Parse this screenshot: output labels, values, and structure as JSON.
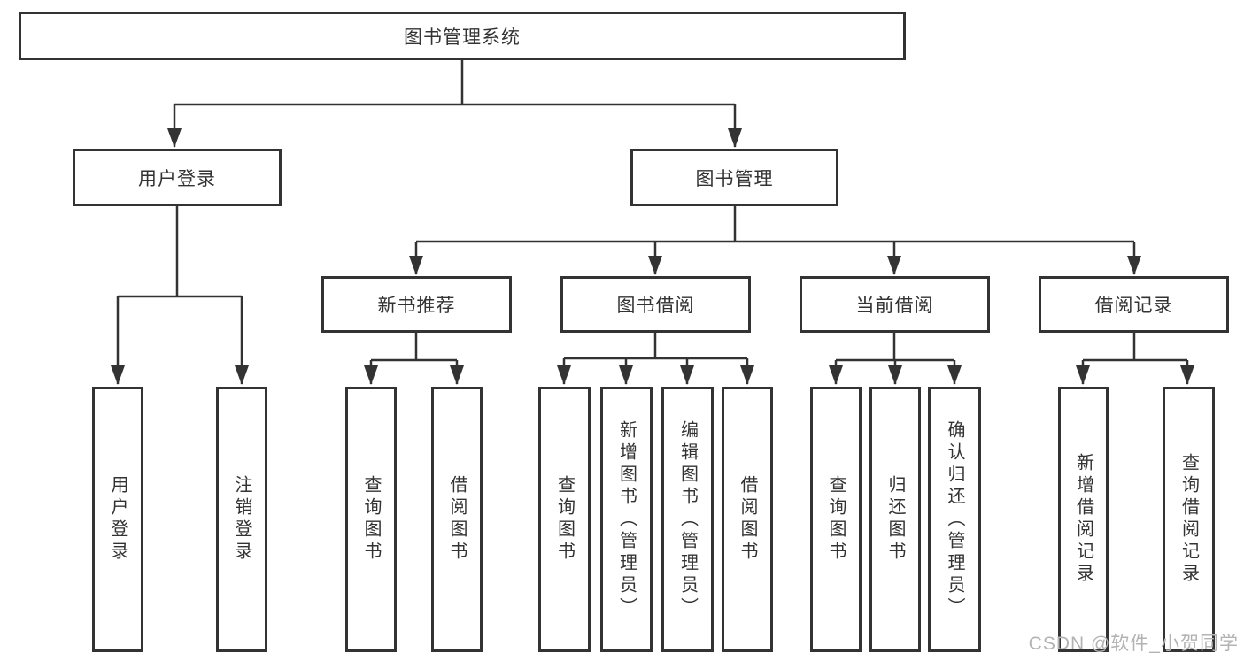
{
  "diagram": {
    "title": "图书管理系统",
    "branches": [
      {
        "label": "用户登录",
        "children": [
          {
            "label": "用户登录"
          },
          {
            "label": "注销登录"
          }
        ]
      },
      {
        "label": "图书管理",
        "groups": [
          {
            "label": "新书推荐",
            "children": [
              {
                "label": "查询图书"
              },
              {
                "label": "借阅图书"
              }
            ]
          },
          {
            "label": "图书借阅",
            "children": [
              {
                "label": "查询图书"
              },
              {
                "label": "新增图书（管理员）"
              },
              {
                "label": "编辑图书（管理员）"
              },
              {
                "label": "借阅图书"
              }
            ]
          },
          {
            "label": "当前借阅",
            "children": [
              {
                "label": "查询图书"
              },
              {
                "label": "归还图书"
              },
              {
                "label": "确认归还（管理员）"
              }
            ]
          },
          {
            "label": "借阅记录",
            "children": [
              {
                "label": "新增借阅记录"
              },
              {
                "label": "查询借阅记录"
              }
            ]
          }
        ]
      }
    ]
  },
  "watermark": {
    "text": "CSDN @软件_小贺同学"
  },
  "colors": {
    "line": "#333333",
    "box_border": "#333333",
    "text": "#333333",
    "watermark_text": "#b3b3b3",
    "background": "#ffffff"
  }
}
